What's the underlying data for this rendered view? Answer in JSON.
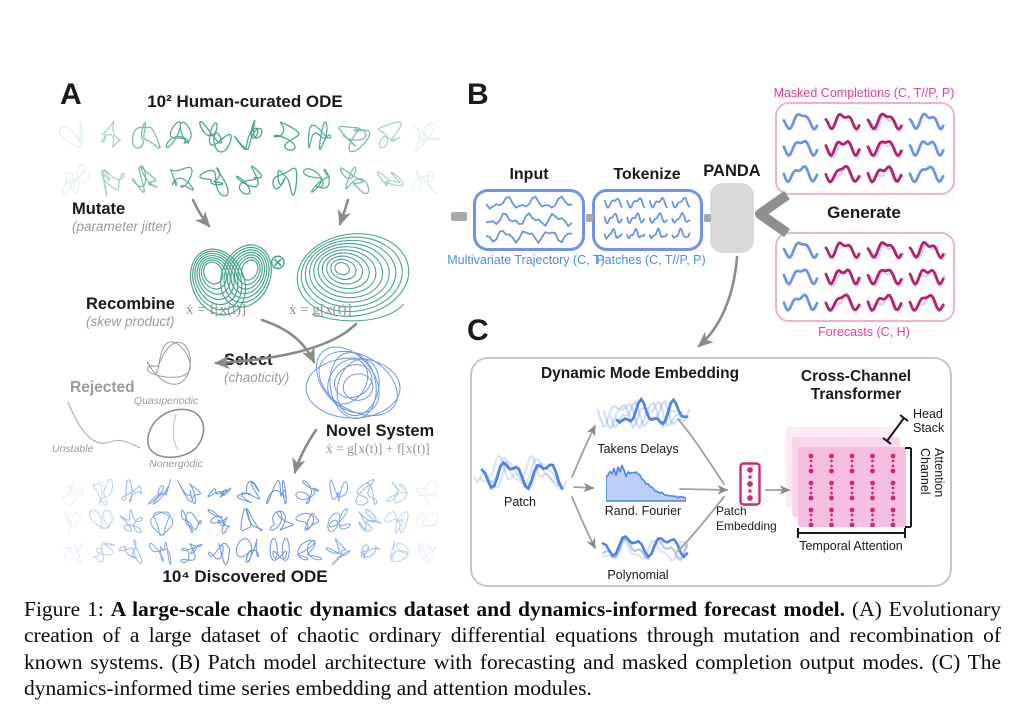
{
  "panel_a": {
    "label": "A",
    "top_title": "10² Human-curated ODE",
    "mutate_title": "Mutate",
    "mutate_sub": "(parameter jitter)",
    "recombine_title": "Recombine",
    "recombine_sub": "(skew product)",
    "eq_f": "ẋ = f[x(t)]",
    "eq_g": "ẋ = g[x(t)]",
    "otimes": "⊗",
    "select_title": "Select",
    "select_sub": "(chaoticity)",
    "rejected_title": "Rejected",
    "quasiperiodic_label": "Quasiperiodic",
    "unstable_label": "Unstable",
    "nonergodic_label": "Nonergodic",
    "novel_title": "Novel System",
    "novel_eq": "ẋ = g[x(t)] + f[x(t)]",
    "bottom_title": "10⁴ Discovered ODE"
  },
  "panel_b": {
    "label": "B",
    "input_title": "Input",
    "tokenize_title": "Tokenize",
    "panda_title": "PANDA",
    "trajectory_label": "Multivariate Trajectory (C, T)",
    "patches_label": "Patches (C, T//P, P)",
    "masked_label": "Masked Completions (C, T//P, P)",
    "generate_label": "Generate",
    "forecasts_label": "Forecasts (C, H)"
  },
  "panel_c": {
    "label": "C",
    "dme_title": "Dynamic Mode Embedding",
    "transformer_title_1": "Cross-Channel",
    "transformer_title_2": "Transformer",
    "patch_label": "Patch",
    "takens_label": "Takens Delays",
    "fourier_label": "Rand. Fourier",
    "poly_label": "Polynomial",
    "embedding_label_1": "Patch",
    "embedding_label_2": "Embedding",
    "head_stack_1": "Head",
    "head_stack_2": "Stack",
    "channel_label": "Channel Attention",
    "temporal_label": "Temporal Attention"
  },
  "caption": {
    "prefix": "Figure 1: ",
    "bold": "A large-scale chaotic dynamics dataset and dynamics-informed forecast model.",
    "rest": " (A) Evolutionary creation of a large dataset of chaotic ordinary differential equations through mutation and recombination of known systems. (B) Patch model architecture with forecasting and masked completion output modes. (C) The dynamics-informed time series embedding and attention modules."
  },
  "colors": {
    "green": "#4aa491",
    "blue_attractor": "#6f96ee",
    "blue_wave": "#6b93ea",
    "blue_bold": "#4f83ea",
    "ghost_blue": "#c9d8f8",
    "magenta_curve": "#b81f6a",
    "pink_text": "#ee3a9b",
    "pink_border": "#f3afd0",
    "pink_front": "#f4bfdf",
    "pink_mid": "#f8d5ea",
    "pink_back": "#fbe9f4",
    "dot_magenta": "#d6277e",
    "gray_arrow": "#8a8a8a",
    "sketch_gray": "#9a9a9a",
    "box_blue": "#7193ec",
    "blue_label": "#4d8af0",
    "panda_fill": "#d9d9d9",
    "panel_border": "#c6c6c6",
    "eq_gray": "#8f9694",
    "fourier_fill": "#bdcff6"
  },
  "art": {
    "green_rows": {
      "rows": 2,
      "cols": 11
    },
    "blue_rows": {
      "rows": 3,
      "cols": 13
    },
    "masked_grid": [
      [
        "b",
        "m",
        "mg",
        "b"
      ],
      [
        "b",
        "mg",
        "mg",
        "b"
      ],
      [
        "b",
        "mg",
        "mg",
        "b"
      ]
    ],
    "forecast_grid": [
      [
        "b",
        "m",
        "mg",
        "mg"
      ],
      [
        "b",
        "mg",
        "mg",
        "mg"
      ],
      [
        "b",
        "mg",
        "mg",
        "mg"
      ]
    ]
  }
}
